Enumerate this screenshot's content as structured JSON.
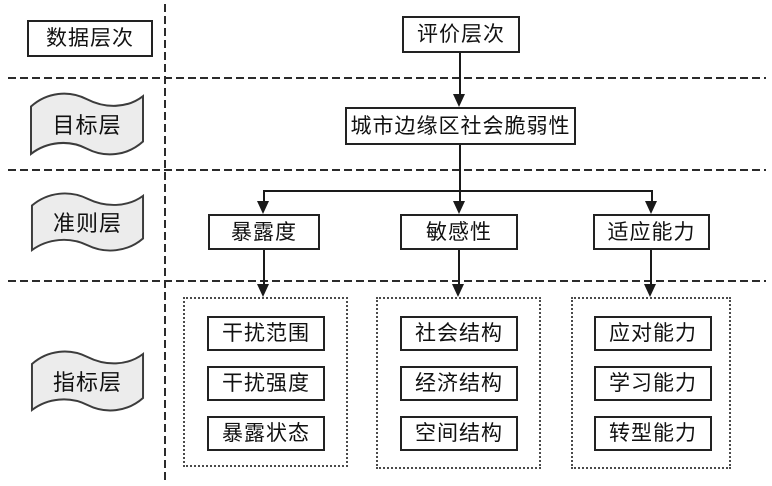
{
  "diagram": {
    "title_box": {
      "label": "评价层次"
    },
    "row_labels": [
      {
        "label": "数据层次",
        "shape": "rect"
      },
      {
        "label": "目标层",
        "shape": "wave"
      },
      {
        "label": "准则层",
        "shape": "wave"
      },
      {
        "label": "指标层",
        "shape": "wave"
      }
    ],
    "goal_box": {
      "label": "城市边缘区社会脆弱性"
    },
    "criteria": [
      {
        "label": "暴露度",
        "indicators": [
          "干扰范围",
          "干扰强度",
          "暴露状态"
        ]
      },
      {
        "label": "敏感性",
        "indicators": [
          "社会结构",
          "经济结构",
          "空间结构"
        ]
      },
      {
        "label": "适应能力",
        "indicators": [
          "应对能力",
          "学习能力",
          "转型能力"
        ]
      }
    ],
    "colors": {
      "line": "#1a1a1a",
      "box_border": "#222222",
      "banner_fill": "#ececec",
      "banner_stroke": "#3c3c3c",
      "dotted_border": "#4a4a4a"
    }
  }
}
